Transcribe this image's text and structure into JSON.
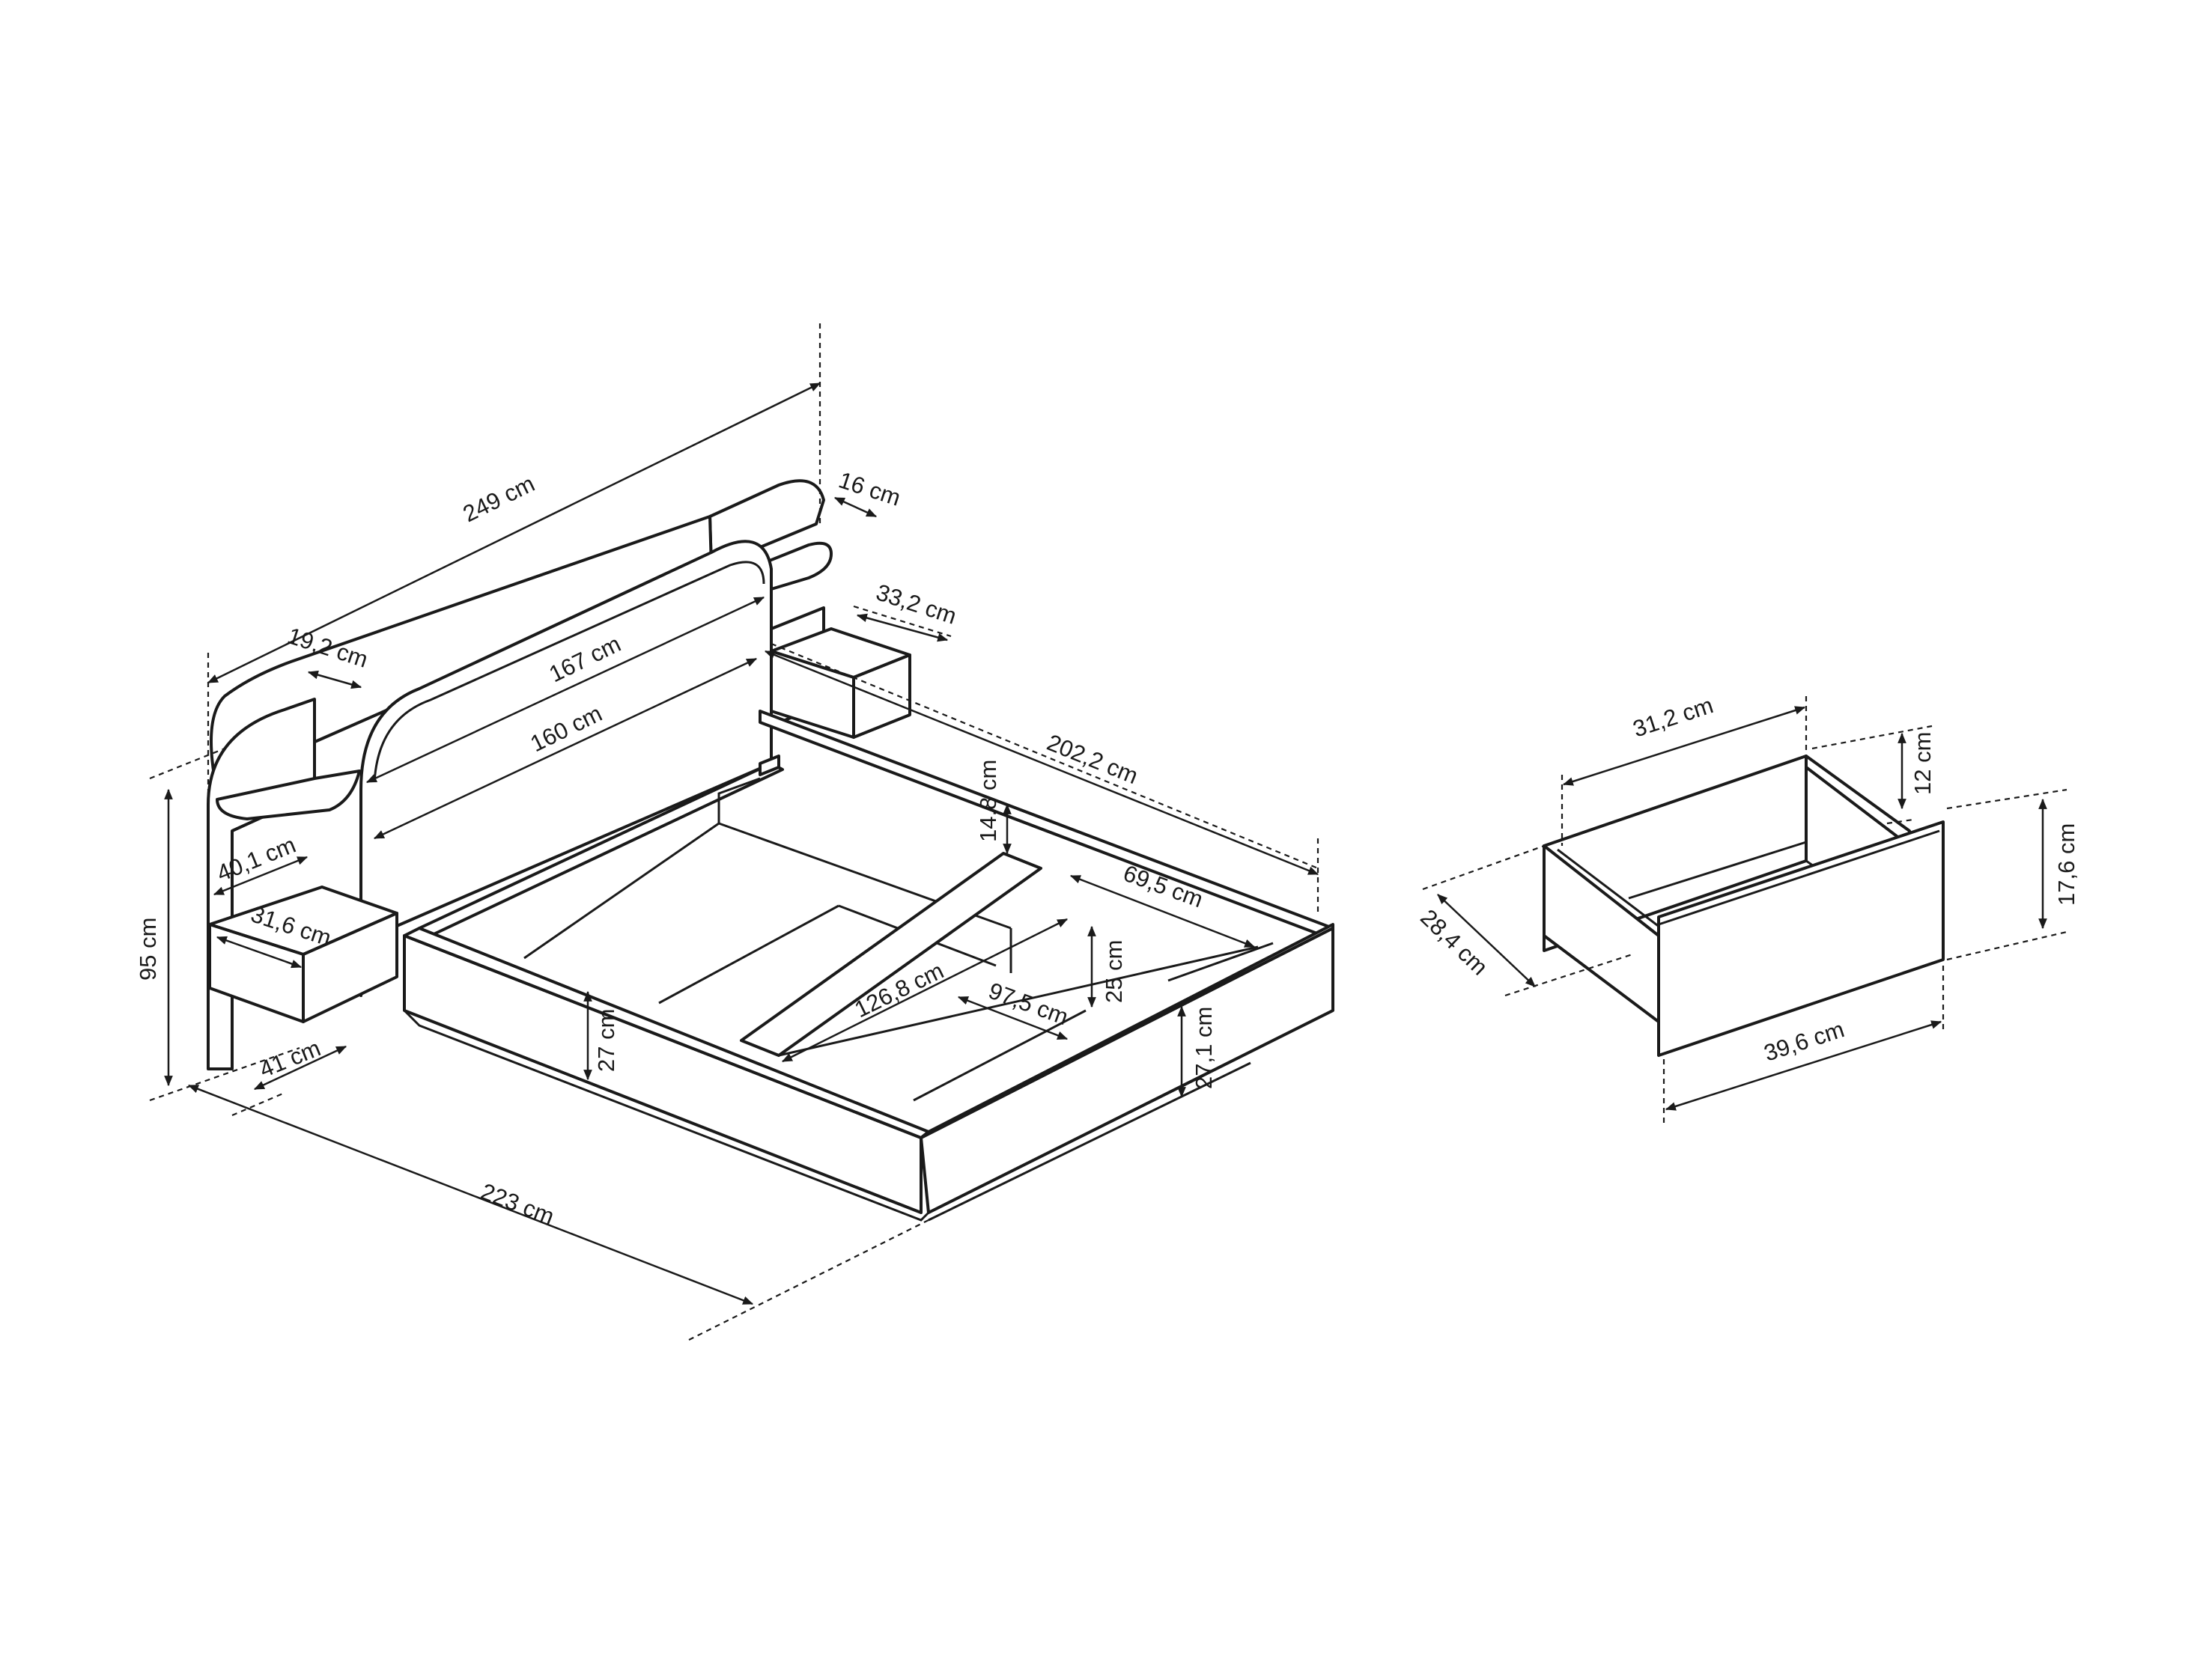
{
  "colors": {
    "line": "#1a1a1a",
    "background": "#ffffff"
  },
  "bed": {
    "dims": {
      "overall_width": "249 cm",
      "side_panel_depth": "16 cm",
      "nightstand_top_depth": "33,2 cm",
      "shelf_depth": "19,2 cm",
      "headboard_width": "167 cm",
      "inner_width": "160 cm",
      "frame_length": "202,2 cm",
      "slat_gap": "14,8 cm",
      "height": "95 cm",
      "nightstand_depth": "40,1 cm",
      "nightstand_width": "31,6 cm",
      "nightstand_length": "41 cm",
      "frame_height": "27 cm",
      "storage_width": "69,5 cm",
      "storage_height": "25 cm",
      "storage_length": "126,8 cm",
      "storage_inner": "97,5 cm",
      "footboard_height": "27,1 cm",
      "overall_length": "223 cm"
    }
  },
  "drawer": {
    "dims": {
      "width": "31,2 cm",
      "height": "12 cm",
      "front_height": "17,6 cm",
      "depth": "28,4 cm",
      "front_width": "39,6 cm"
    }
  }
}
